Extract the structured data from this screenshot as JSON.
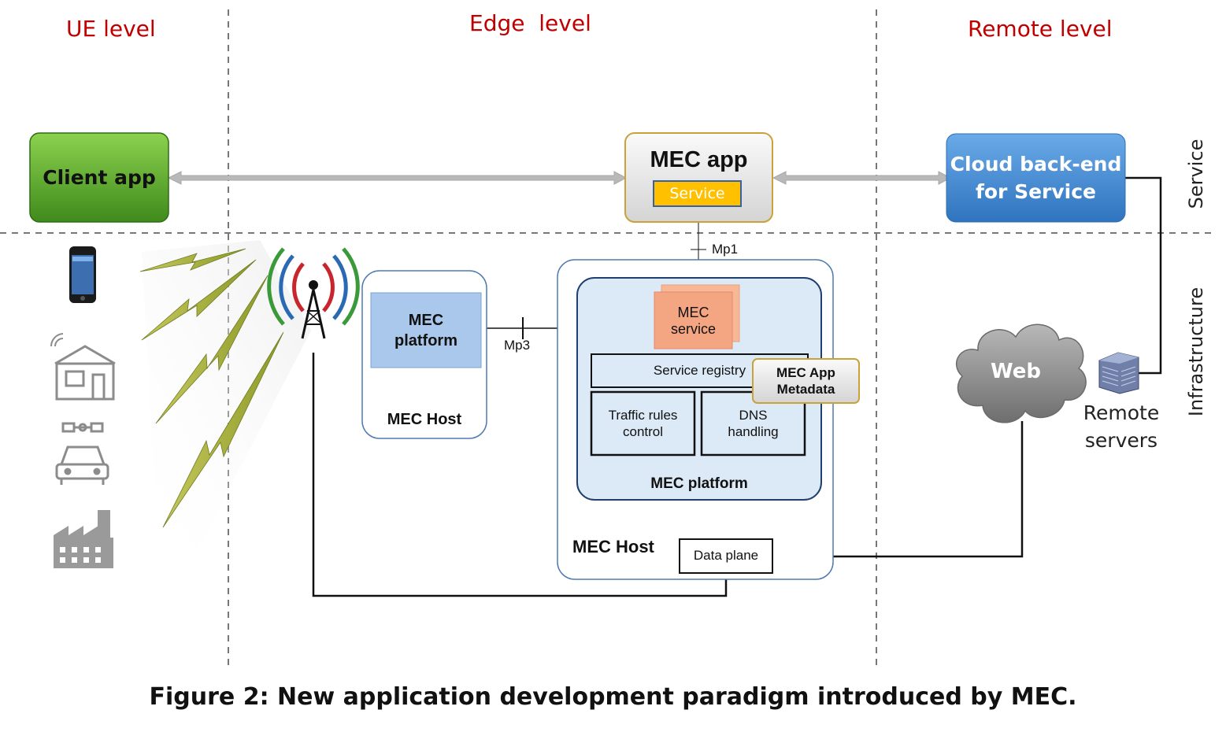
{
  "levels": {
    "ue": "UE level",
    "edge": "Edge  level",
    "remote": "Remote level"
  },
  "layers": {
    "service": "Service",
    "infrastructure": "Infrastructure"
  },
  "client_app": "Client app",
  "mec_app": {
    "title": "MEC app",
    "service": "Service"
  },
  "cloud_backend": {
    "line1": "Cloud back-end",
    "line2": "for Service"
  },
  "interfaces": {
    "mp1": "Mp1",
    "mp3": "Mp3"
  },
  "mec_host_left": {
    "platform_line1": "MEC",
    "platform_line2": "platform",
    "label": "MEC Host"
  },
  "mec_host_right": {
    "mec_service_line1": "MEC",
    "mec_service_line2": "service",
    "service_registry": "Service registry",
    "app_metadata_line1": "MEC App",
    "app_metadata_line2": "Metadata",
    "traffic_line1": "Traffic rules",
    "traffic_line2": "control",
    "dns_line1": "DNS",
    "dns_line2": "handling",
    "platform_label": "MEC platform",
    "host_label": "MEC Host",
    "data_plane": "Data plane"
  },
  "web": "Web",
  "remote_servers": {
    "line1": "Remote",
    "line2": "servers"
  },
  "icons": [
    "smartphone-icon",
    "smart-home-icon",
    "connected-car-icon",
    "factory-icon",
    "cell-tower-icon",
    "server-rack-icon",
    "web-cloud-icon"
  ],
  "colors": {
    "level_text": "#c00000",
    "client_app_green": "#5aa12a",
    "cloud_blue": "#3f87cf",
    "service_yellow": "#ffc000",
    "mec_service_salmon": "#f4a582",
    "platform_blue": "#dce9f6"
  },
  "caption": "Figure 2: New application development paradigm introduced by MEC."
}
